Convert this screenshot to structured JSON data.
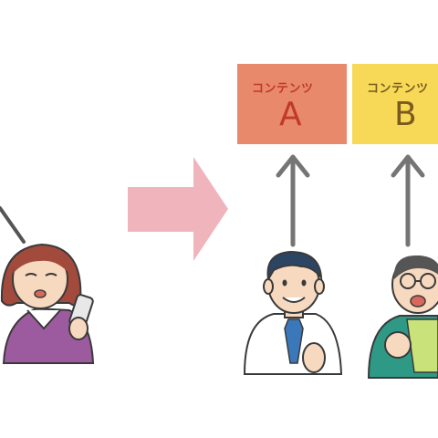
{
  "diagram": {
    "content_boxes": [
      {
        "title": "コンテンツ",
        "letter": "A",
        "fill": "#E8896B",
        "text_color": "#C0392B"
      },
      {
        "title": "コンテンツ",
        "letter": "B",
        "fill": "#F7D957",
        "text_color": "#7A5A1E"
      }
    ],
    "colors": {
      "transition_arrow": "#F0B4BC",
      "up_arrow": "#757575",
      "outline": "#3a3a3a"
    },
    "people": [
      {
        "role": "woman-with-phone",
        "icon": "woman-phone-icon"
      },
      {
        "role": "man-white-shirt-blue-tie",
        "icon": "man-tie-icon"
      },
      {
        "role": "man-green-jacket-glasses",
        "icon": "man-glasses-icon"
      }
    ]
  }
}
